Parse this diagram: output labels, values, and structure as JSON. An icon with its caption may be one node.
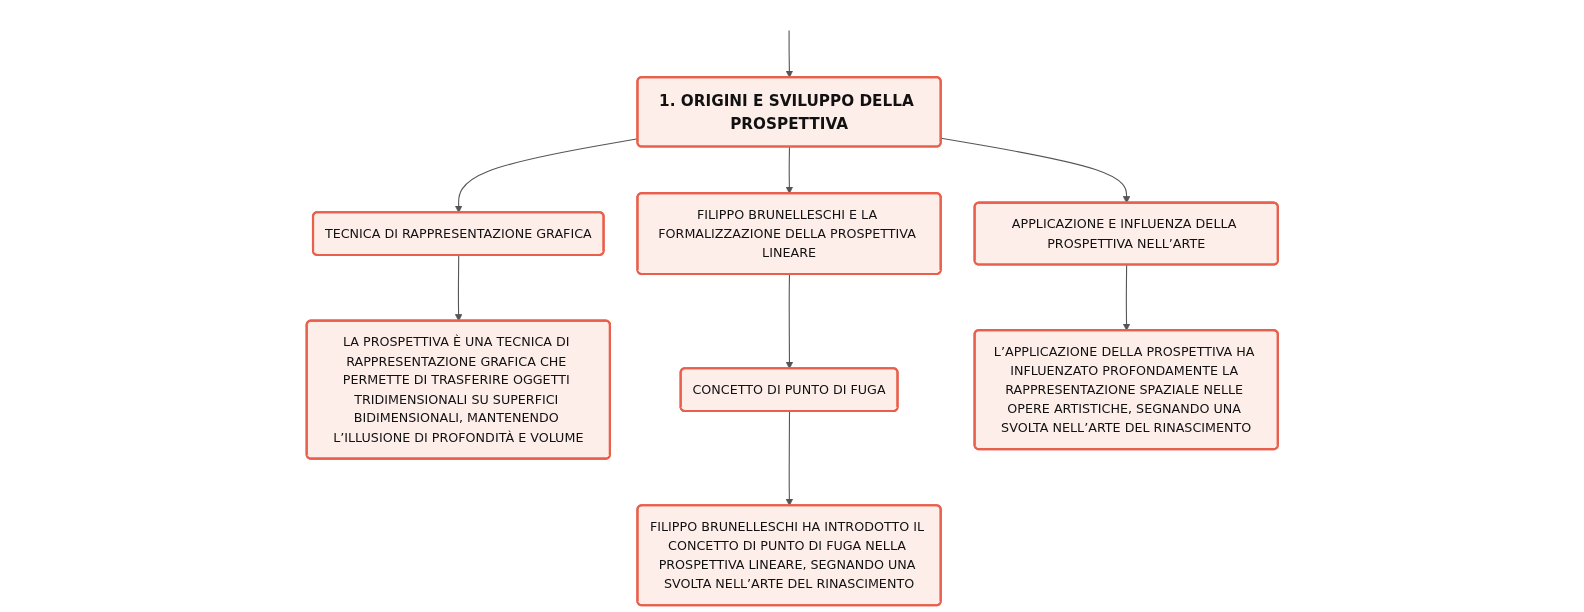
{
  "diagram": {
    "nodes": [
      {
        "text": [
          "1. ORIGINI E SVILUPPO DELLA PROSPETTIVA"
        ]
      },
      {
        "text": [
          "TECNICA DI RAPPRESENTAZIONE GRAFICA"
        ]
      },
      {
        "text": [
          "FILIPPO BRUNELLESCHI E LA FORMALIZZAZIONE DELLA PROSPETTIVA LINEARE"
        ]
      },
      {
        "text": [
          "APPLICAZIONE E INFLUENZA DELLA PROSPETTIVA NELL’ARTE"
        ]
      },
      {
        "text": [
          "LA PROSPETTIVA È UNA TECNICA DI RAPPRESENTAZIONE GRAFICA CHE PERMETTE DI TRASFERIRE OGGETTI TRIDIMENSIONALI SU SUPERFICI BIDIMENSIONALI, MANTENENDO L’ILLUSIONE DI PROFONDITÀ E VOLUME"
        ]
      },
      {
        "text": [
          "CONCETTO DI PUNTO DI FUGA"
        ]
      },
      {
        "text": [
          "FILIPPO BRUNELLESCHI HA INTRODOTTO IL CONCETTO DI PUNTO DI FUGA NELLA PROSPETTIVA LINEARE, SEGNANDO UNA SVOLTA NELL’ARTE DEL RINASCIMENTO"
        ]
      },
      {
        "text": [
          "L’APPLICAZIONE DELLA PROSPETTIVA HA INFLUENZATO PROFONDAMENTE LA RAPPRESENTAZIONE SPAZIALE NELLE OPERE ARTISTICHE, SEGNANDO UNA SVOLTA NELL’ARTE DEL RINASCIMENTO"
        ]
      }
    ],
    "edges": [
      {
        "from": null,
        "to": 0,
        "arrow": "to"
      },
      {
        "from": 0,
        "to": 1,
        "arrow": "to"
      },
      {
        "from": 0,
        "to": 2,
        "arrow": "to"
      },
      {
        "from": 0,
        "to": 3,
        "arrow": "to"
      },
      {
        "from": 1,
        "to": 4,
        "arrow": "to"
      },
      {
        "from": 2,
        "to": 5,
        "arrow": "to"
      },
      {
        "from": 5,
        "to": 6,
        "arrow": "to"
      },
      {
        "from": 3,
        "to": 7,
        "arrow": "to"
      }
    ]
  }
}
